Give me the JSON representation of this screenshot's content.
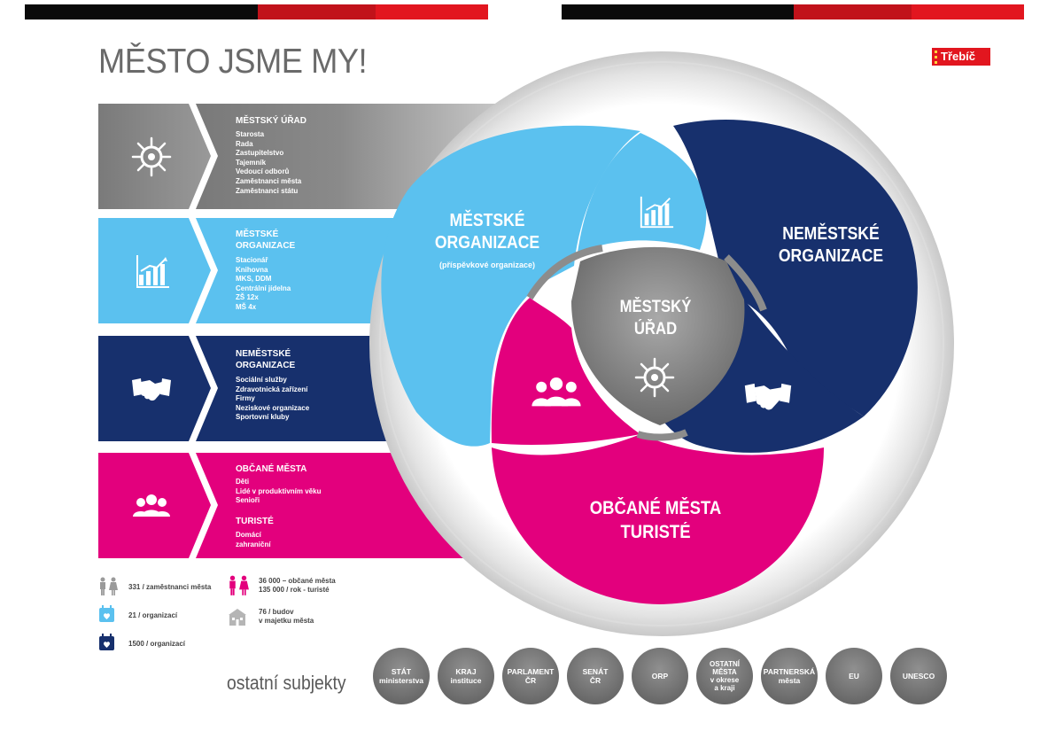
{
  "title": "MĚSTO JSME MY!",
  "logo": {
    "text": "Třebíč"
  },
  "colors": {
    "gray": "#7a7a7a",
    "light_blue": "#5bc1ef",
    "navy": "#17306d",
    "magenta": "#e3007d",
    "red": "#e2161f",
    "dark_red": "#c1121a",
    "black": "#0a0a0a"
  },
  "bands": [
    {
      "id": "mestsky-urad",
      "icon": "ship-wheel-icon",
      "title": [
        "MĚSTSKÝ ÚŘAD"
      ],
      "items": [
        "Starosta",
        "Rada",
        "Zastupitelstvo",
        "Tajemník",
        "Vedoucí odborů",
        "Zaměstnanci města",
        "Zaměstnanci státu"
      ]
    },
    {
      "id": "mestske-organizace",
      "icon": "bar-chart-icon",
      "title": [
        "MĚSTSKÉ",
        "ORGANIZACE"
      ],
      "items": [
        "Stacionář",
        "Knihovna",
        "MKS, DDM",
        "Centrální jídelna",
        "ZŠ 12x",
        "MŠ 4x"
      ]
    },
    {
      "id": "nemestske-organizace",
      "icon": "handshake-icon",
      "title": [
        "NEMĚSTSKÉ",
        "ORGANIZACE"
      ],
      "items": [
        "Sociální služby",
        "Zdravotnická zařízení",
        "Firmy",
        "Neziskové organizace",
        "Sportovní kluby"
      ]
    },
    {
      "id": "obcane-mesta",
      "icon": "people-group-icon",
      "title": [
        "OBČANÉ MĚSTA"
      ],
      "items": [
        "Děti",
        "Lidé v produktivním věku",
        "Senioři"
      ],
      "title2": "TURISTÉ",
      "items2": [
        "Domácí",
        "zahraniční"
      ]
    }
  ],
  "stats": {
    "employees": "331 / zaměstnanci města",
    "city_orgs": "21 / organizací",
    "non_city_orgs": "1500 / organizací",
    "citizens": [
      "36 000 – občané města",
      "135 000 / rok - turisté"
    ],
    "buildings": [
      "76 / budov",
      "v majetku města"
    ]
  },
  "venn": {
    "mestske": {
      "line1": "MĚSTSKÉ",
      "line2": "ORGANIZACE",
      "sub": "(příspěvkové organizace)"
    },
    "nemestske": {
      "line1": "NEMĚSTSKÉ",
      "line2": "ORGANIZACE"
    },
    "urad": {
      "line1": "MĚSTSKÝ",
      "line2": "ÚŘAD"
    },
    "obcane": {
      "line1": "OBČANÉ MĚSTA",
      "line2": "TURISTÉ"
    }
  },
  "other": {
    "label": "ostatní subjekty",
    "items": [
      "STÁT\nministerstva",
      "KRAJ\ninstituce",
      "PARLAMENT\nČR",
      "SENÁT\nČR",
      "ORP",
      "OSTATNÍ\nMĚSTA\nv okrese\na kraji",
      "PARTNERSKÁ\nměsta",
      "EU",
      "UNESCO"
    ]
  }
}
